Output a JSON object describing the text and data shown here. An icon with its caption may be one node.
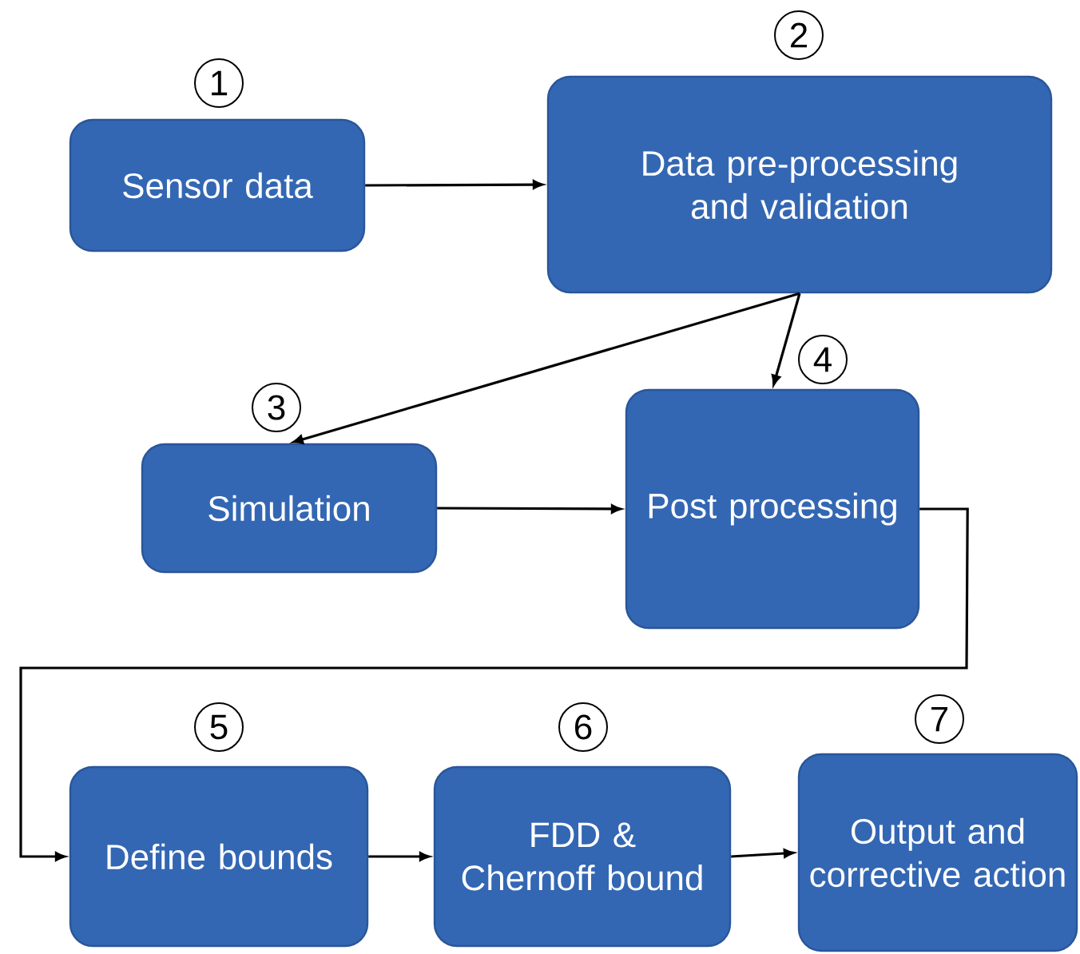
{
  "diagram": {
    "nodes": [
      {
        "text": [
          "Sensor data"
        ],
        "beside": [
          "1"
        ]
      },
      {
        "text": [
          "Data pre-processing and validation"
        ],
        "beside": [
          "2"
        ]
      },
      {
        "text": [
          "Simulation"
        ],
        "beside": [
          "3"
        ]
      },
      {
        "text": [
          "Post processing"
        ],
        "beside": [
          "4"
        ]
      },
      {
        "text": [
          "Define bounds"
        ],
        "beside": [
          "5"
        ]
      },
      {
        "text": [
          "FDD & Chernoff bound"
        ],
        "beside": [
          "6"
        ]
      },
      {
        "text": [
          "Output and corrective action"
        ],
        "beside": [
          "7"
        ]
      }
    ],
    "edges": [
      {
        "from": 0,
        "to": 1,
        "arrow": "to"
      },
      {
        "from": 1,
        "to": 2,
        "arrow": "to"
      },
      {
        "from": 1,
        "to": 3,
        "arrow": "to"
      },
      {
        "from": 2,
        "to": 3,
        "arrow": "to"
      },
      {
        "from": 3,
        "to": 4,
        "arrow": "to"
      },
      {
        "from": 4,
        "to": 5,
        "arrow": "to"
      },
      {
        "from": 5,
        "to": 6,
        "arrow": "to"
      }
    ]
  }
}
